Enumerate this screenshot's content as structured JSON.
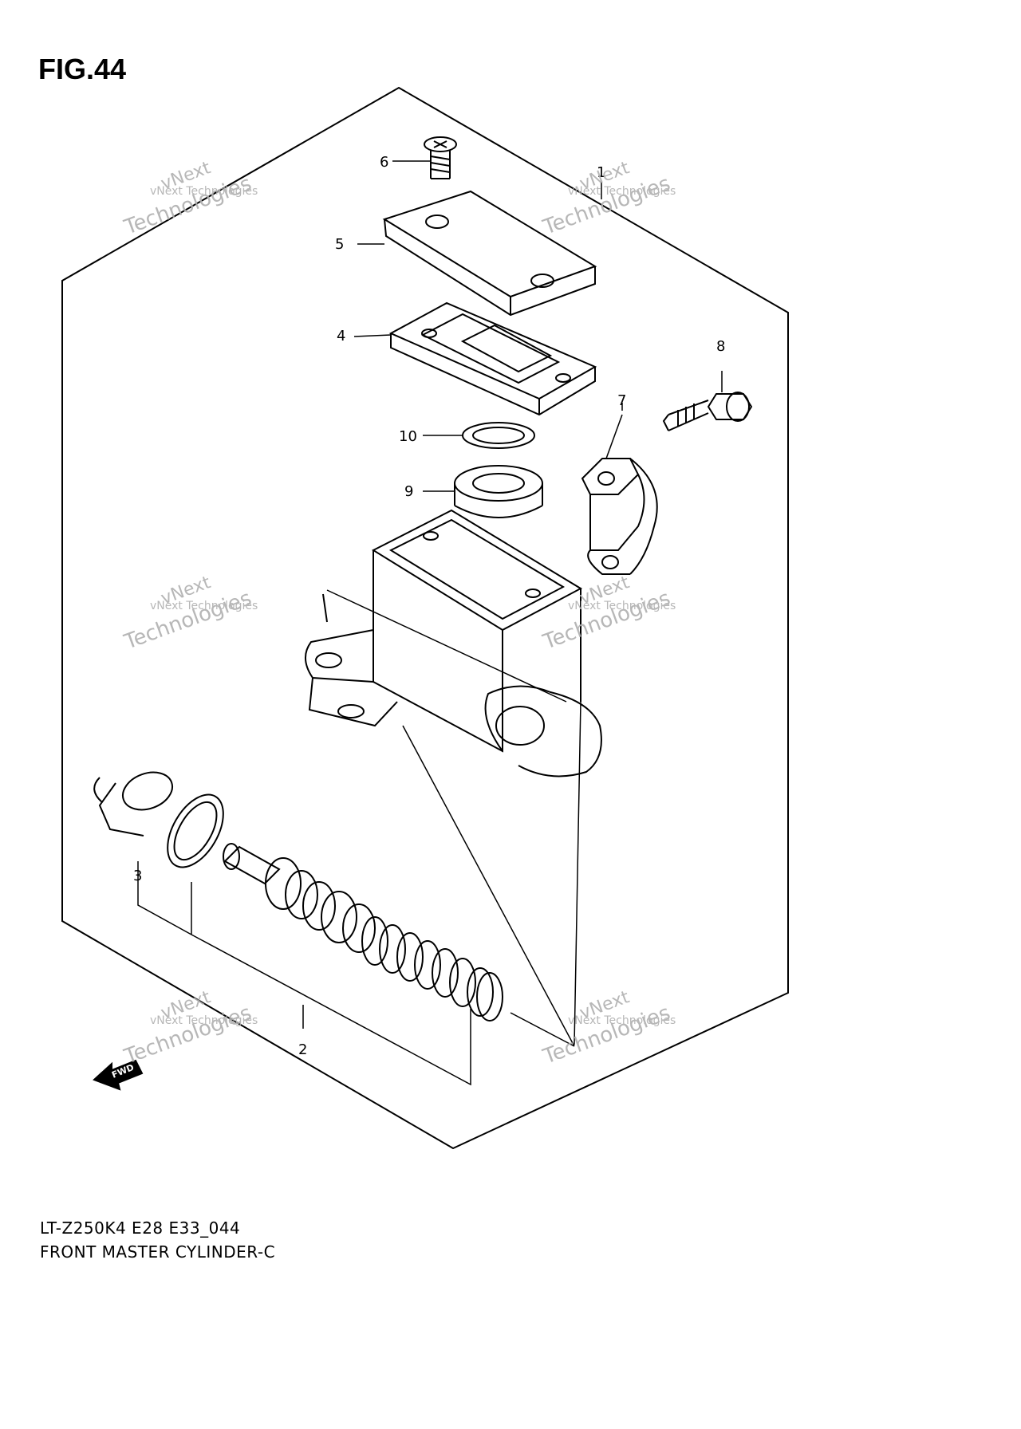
{
  "figure": {
    "title": "FIG.44",
    "model_code": "LT-Z250K4 E28 E33_044",
    "name": "FRONT MASTER CYLINDER-C"
  },
  "callouts": [
    "1",
    "2",
    "3",
    "4",
    "5",
    "6",
    "7",
    "8",
    "9",
    "10"
  ],
  "fwd_label": "FWD",
  "watermark": {
    "brand": "vNext",
    "company": "vNext Technologies",
    "word": "Technologies"
  }
}
